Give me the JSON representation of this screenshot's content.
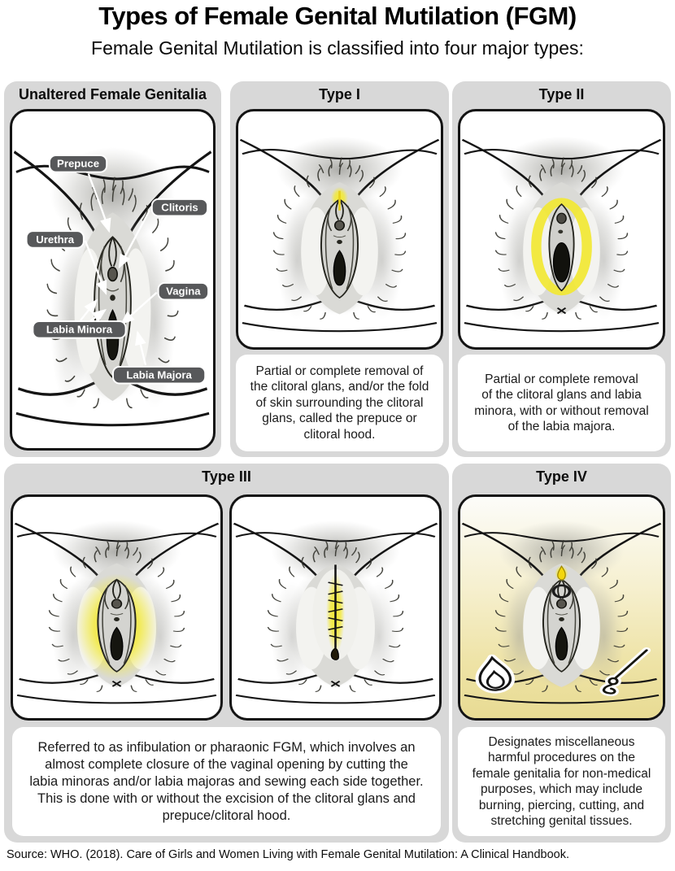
{
  "header": {
    "title": "Types of Female Genital Mutilation (FGM)",
    "subtitle": "Female Genital Mutilation is classified into four major types:"
  },
  "panels": {
    "unaltered": {
      "title": "Unaltered Female Genitalia",
      "labels": {
        "prepuce": "Prepuce",
        "clitoris": "Clitoris",
        "urethra": "Urethra",
        "vagina": "Vagina",
        "labia_minora": "Labia Minora",
        "labia_majora": "Labia Majora"
      }
    },
    "type1": {
      "title": "Type I",
      "description": "Partial or complete removal of\nthe clitoral glans, and/or the fold\nof skin surrounding the clitoral\nglans, called the prepuce or\nclitoral hood."
    },
    "type2": {
      "title": "Type II",
      "description": "Partial or complete removal\nof the clitoral glans and labia\nminora, with or without removal\nof the labia majora."
    },
    "type3": {
      "title": "Type III",
      "description": "Referred to as infibulation or pharaonic FGM, which involves an\nalmost complete closure of the vaginal opening by cutting the\nlabia minoras and/or labia majoras and sewing each side together.\nThis is done with or without the excision of the clitoral glans and\nprepuce/clitoral hood."
    },
    "type4": {
      "title": "Type IV",
      "description": "Designates miscellaneous\nharmful procedures on the\nfemale genitalia for non-medical\npurposes, which may include\nburning, piercing, cutting, and\nstretching genital tissues."
    }
  },
  "icons": {
    "burning": "flame-icon",
    "piercing_sewing": "needle-icon"
  },
  "colors": {
    "panel_bg": "#d8d8d8",
    "label_pill": "#57585a",
    "highlight_yellow": "#f2e93e",
    "type4_bg_bottom": "#e8db93"
  },
  "footer": {
    "source": "Source: WHO. (2018). Care of Girls and Women Living with Female Genital Mutilation: A Clinical Handbook."
  }
}
